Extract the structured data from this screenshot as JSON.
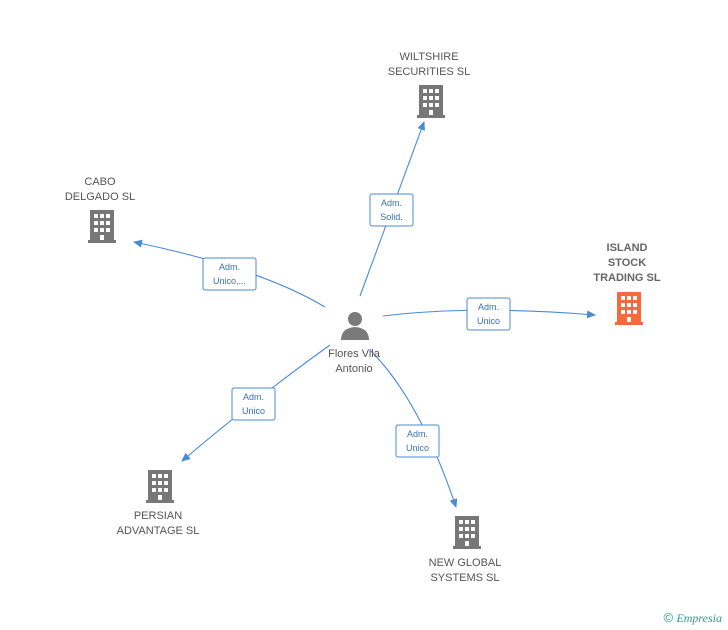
{
  "center": {
    "label_line1": "Flores Vila",
    "label_line2": "Antonio",
    "icon": "person-icon"
  },
  "companies": [
    {
      "id": "wiltshire",
      "lines": [
        "WILTSHIRE",
        "SECURITIES  SL"
      ],
      "icon": "building-icon",
      "highlight": false
    },
    {
      "id": "cabo",
      "lines": [
        "CABO",
        "DELGADO SL"
      ],
      "icon": "building-icon",
      "highlight": false
    },
    {
      "id": "island",
      "lines": [
        "ISLAND",
        "STOCK",
        "TRADING SL"
      ],
      "icon": "building-icon",
      "highlight": true
    },
    {
      "id": "persian",
      "lines": [
        "PERSIAN",
        "ADVANTAGE SL"
      ],
      "icon": "building-icon",
      "highlight": false
    },
    {
      "id": "newglobal",
      "lines": [
        "NEW GLOBAL",
        "SYSTEMS SL"
      ],
      "icon": "building-icon",
      "highlight": false
    }
  ],
  "roles": [
    {
      "target": "wiltshire",
      "lines": [
        "Adm.",
        "Solid."
      ]
    },
    {
      "target": "cabo",
      "lines": [
        "Adm.",
        "Unico,..."
      ]
    },
    {
      "target": "island",
      "lines": [
        "Adm.",
        "Unico"
      ]
    },
    {
      "target": "persian",
      "lines": [
        "Adm.",
        "Unico"
      ]
    },
    {
      "target": "newglobal",
      "lines": [
        "Adm.",
        "Unico"
      ]
    }
  ],
  "colors": {
    "edge": "#4a8ad8",
    "building": "#777777",
    "highlight": "#f26a3d",
    "person": "#7a7a7a"
  },
  "footer": {
    "symbol": "©",
    "brand": "Empresia"
  }
}
